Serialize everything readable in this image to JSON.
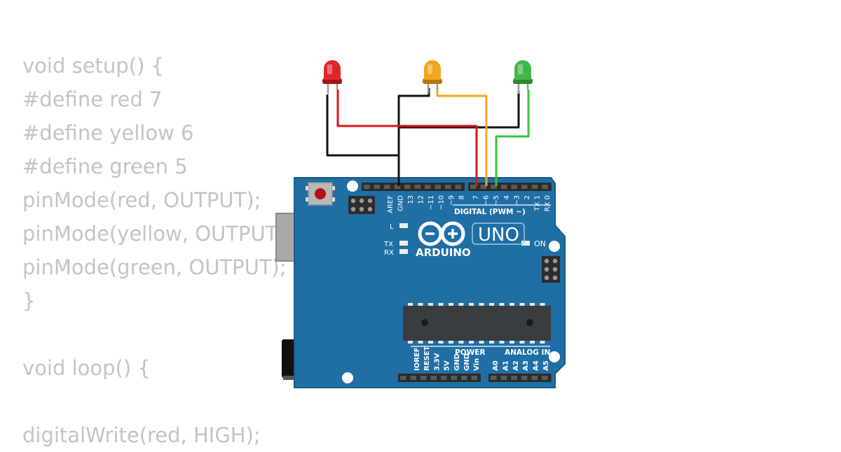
{
  "code_lines": [
    "void setup() {",
    "#define red 7",
    "#define yellow 6",
    "#define green 5",
    "pinMode(red, OUTPUT);",
    "pinMode(yellow, OUTPUT);",
    "pinMode(green, OUTPUT);",
    "}",
    "",
    "void loop() {",
    "",
    "digitalWrite(red, HIGH);"
  ],
  "board": {
    "logo_text": "ARDUINO",
    "model": "UNO",
    "digital_label": "DIGITAL (PWM ~)",
    "power_label": "POWER",
    "analog_label": "ANALOG IN",
    "on_label": "ON",
    "led_l": "L",
    "tx": "TX",
    "rx": "RX",
    "digital_pins_left": [
      "AREF",
      "GND",
      "13",
      "12",
      "~11",
      "~10",
      "~9",
      "8"
    ],
    "digital_pins_right": [
      "7",
      "~6",
      "~5",
      "4",
      "~3",
      "2",
      "TX 1",
      "RX 0"
    ],
    "power_pins": [
      "IOREF",
      "RESET",
      "3.3V",
      "5V",
      "GND",
      "GND",
      "Vin"
    ],
    "analog_pins": [
      "A0",
      "A1",
      "A2",
      "A3",
      "A4",
      "A5"
    ],
    "colors": {
      "pcb": "#1f6fa5",
      "pcb_edge": "#185a88",
      "header": "#2b2b2b",
      "chip": "#3a3d40"
    }
  },
  "leds": [
    {
      "name": "red",
      "color": "#e0262a",
      "dark": "#a01616"
    },
    {
      "name": "yellow",
      "color": "#f0a61e",
      "dark": "#b8780e"
    },
    {
      "name": "green",
      "color": "#43b649",
      "dark": "#2a8a30"
    }
  ],
  "wires": {
    "red": "#d9161c",
    "yellow": "#f2a81d",
    "green": "#3cc23c",
    "gnd": "#111111"
  }
}
